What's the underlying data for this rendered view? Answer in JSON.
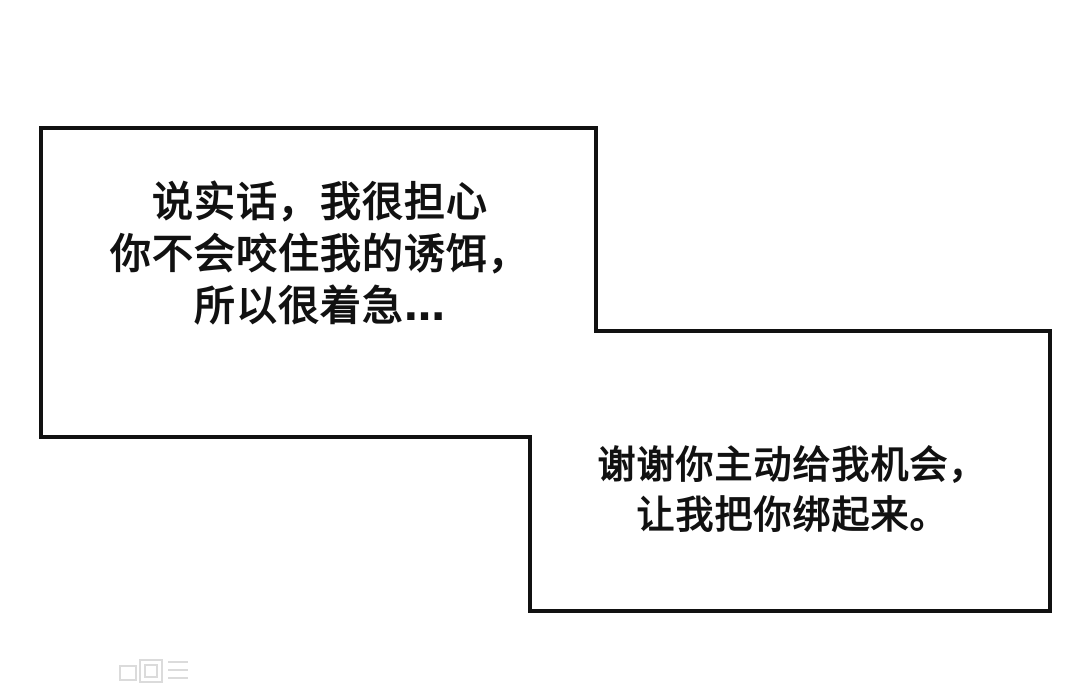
{
  "panel": {
    "dialogue_top": {
      "lines": [
        "说实话，我很担心",
        "你不会咬住我的诱饵，",
        "所以很着急…"
      ]
    },
    "dialogue_bottom": {
      "lines": [
        "谢谢你主动给我机会，",
        "让我把你绑起来。"
      ]
    }
  },
  "colors": {
    "background": "#ffffff",
    "border": "#111111",
    "text": "#111111"
  }
}
